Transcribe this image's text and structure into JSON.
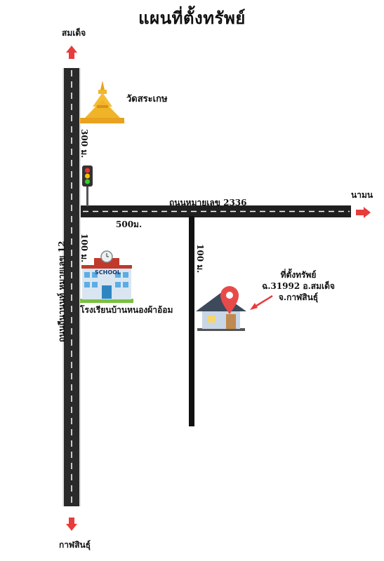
{
  "title": "แผนที่ตั้งทรัพย์",
  "directions": {
    "north": "สมเด็จ",
    "south": "กาฬสินธุ์",
    "east": "นามน"
  },
  "roads": {
    "highway": "ถนนถีนานนท์ หมายเลข 12",
    "cross_road": "ถนนหมายเลข 2336"
  },
  "landmarks": {
    "temple": "วัดสระเกษ",
    "school": "โรงเรียนบ้านหนองผ้าอ้อม",
    "school_sign": "SCHOOL"
  },
  "distances": {
    "temple_to_light": "300 ม.",
    "junction_to_school": "100 ม.",
    "cross_road_segment": "500ม.",
    "side_road": "100 ม."
  },
  "property": {
    "line1": "ที่ตั้งทรัพย์",
    "line2": "ฉ.31992 อ.สมเด็จ",
    "line3": "จ.กาฬสินธุ์"
  },
  "colors": {
    "road": "#1f1f1f",
    "arrow": "#e63c3c",
    "pin": "#e84a4a",
    "temple": "#f0b429"
  }
}
